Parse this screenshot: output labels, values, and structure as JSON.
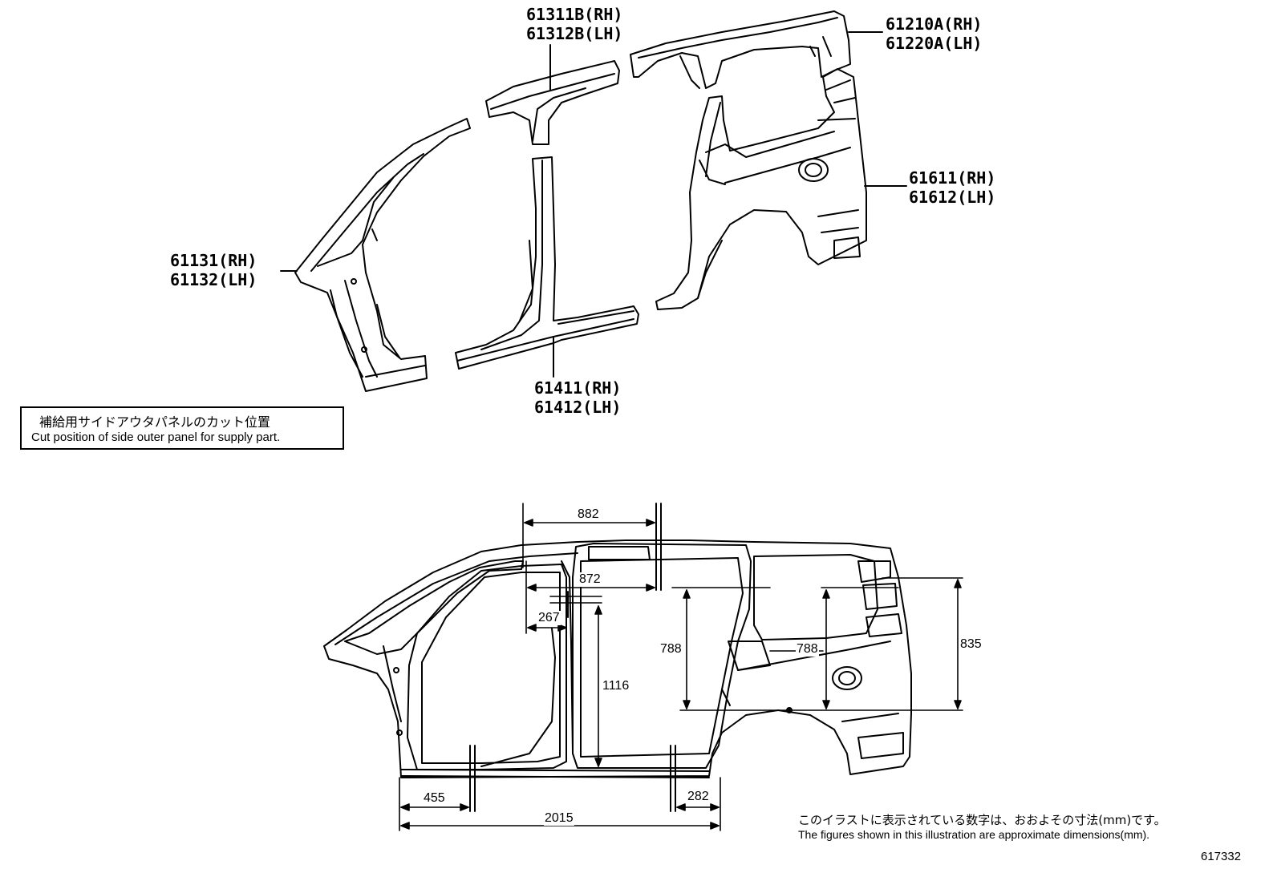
{
  "parts": {
    "roof_side": [
      "61311B(RH)",
      "61312B(LH)"
    ],
    "quarter_upper": [
      "61210A(RH)",
      "61220A(LH)"
    ],
    "quarter_panel": [
      "61611(RH)",
      "61612(LH)"
    ],
    "front_pillar": [
      "61131(RH)",
      "61132(LH)"
    ],
    "rocker": [
      "61411(RH)",
      "61412(LH)"
    ]
  },
  "cut_box": {
    "jp": "補給用サイドアウタパネルのカット位置",
    "en": "Cut position of side outer panel for supply part."
  },
  "dimensions": {
    "d882": "882",
    "d872": "872",
    "d267": "267",
    "d1116": "1116",
    "d788a": "788",
    "d788b": "788",
    "d835": "835",
    "d455": "455",
    "d2015": "2015",
    "d282": "282"
  },
  "note": {
    "jp": "このイラストに表示されている数字は、おおよその寸法(mm)です。",
    "en": "The figures shown in this illustration are approximate dimensions(mm)."
  },
  "figure_id": "617332"
}
